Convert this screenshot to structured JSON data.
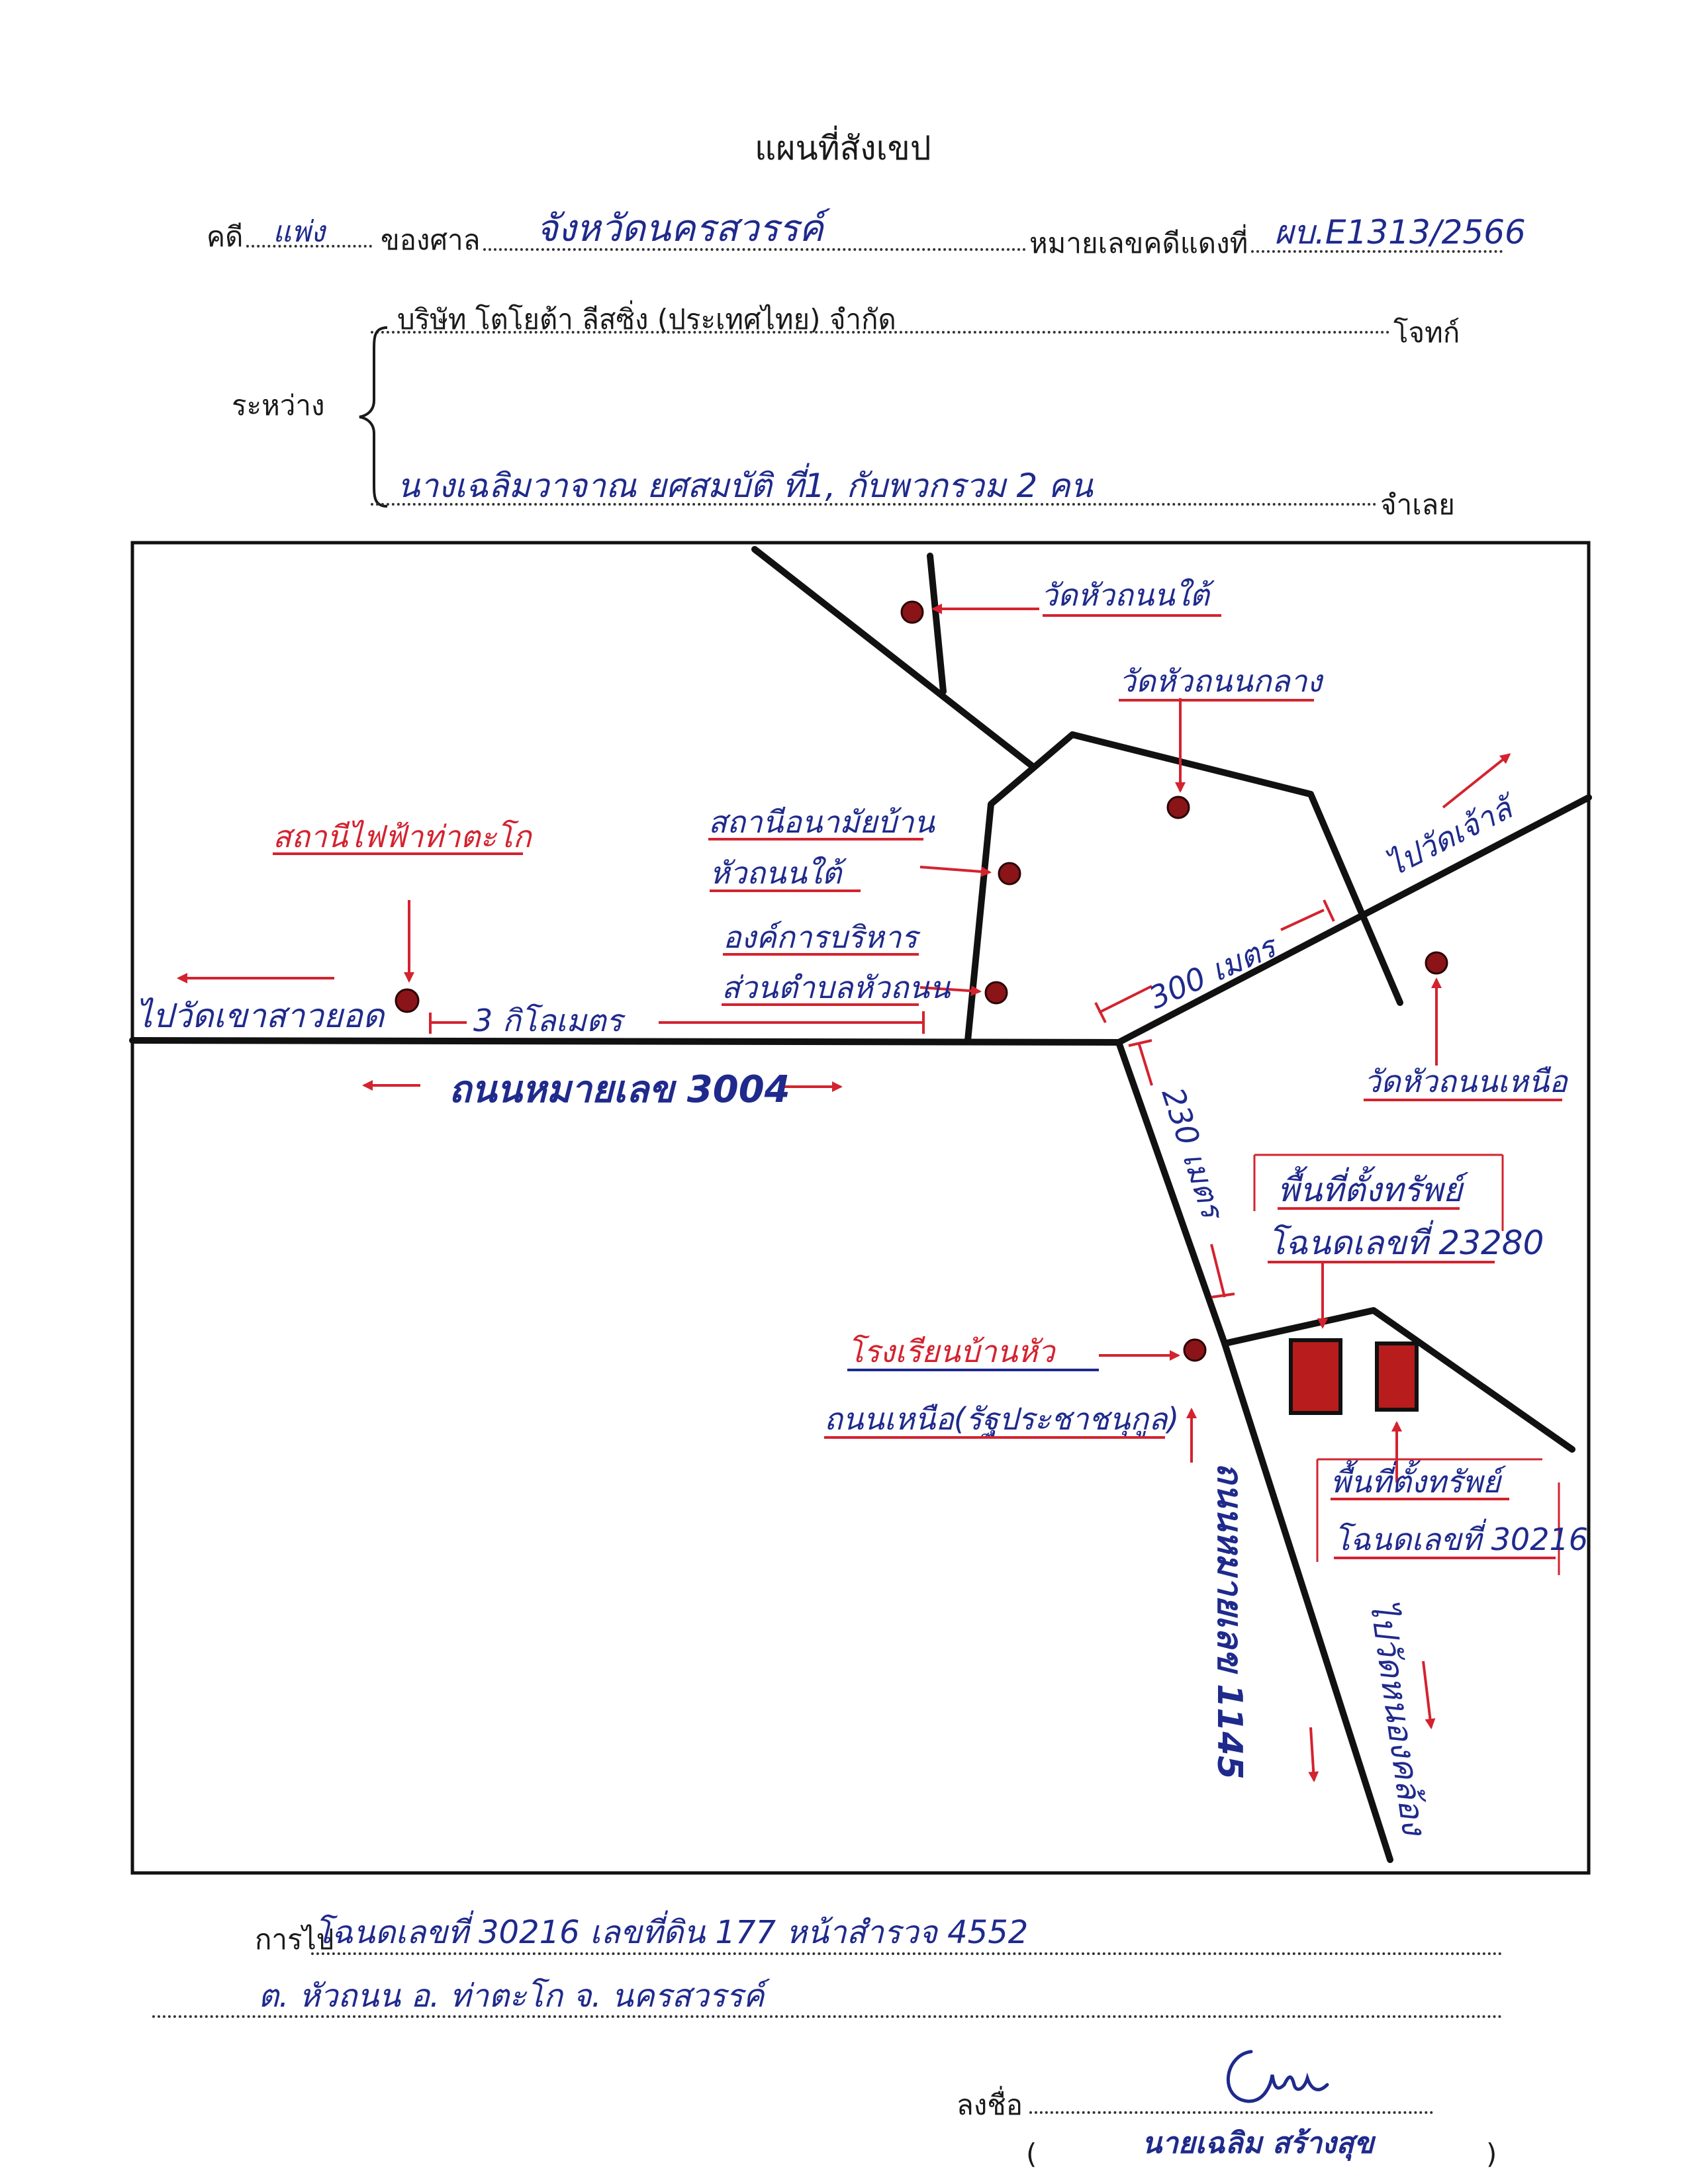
{
  "document": {
    "title": "แผนที่สังเขป",
    "case_label": "คดี",
    "case_type": "แพ่ง",
    "court_label": "ของศาล",
    "court_name": "จังหวัดนครสวรรค์",
    "red_case_label": "หมายเลขคดีแดงที่",
    "red_case_number": "ผบ.E1313/2566",
    "between_label": "ระหว่าง",
    "plaintiff_name": "บริษัท โตโยต้า ลีสซิ่ง (ประเทศไทย) จำกัด",
    "plaintiff_label": "โจทก์",
    "defendant_name": "นางเฉลิมวาจาณ ยศสมบัติ ที่1, กับพวกรวม 2 คน",
    "defendant_label": "จำเลย"
  },
  "map": {
    "labels": {
      "wat_south": "วัดหัวถนนใต้",
      "wat_middle": "วัดหัวถนนกลาง",
      "to_wat_chao_lao": "ไปวัดเจ้าลั",
      "health_station_1": "สถานีอนามัยบ้าน",
      "health_station_2": "หัวถนนใต้",
      "power_station": "สถานีไฟฟ้าท่าตะโก",
      "sao_1": "องค์การบริหาร",
      "sao_2": "ส่วนตำบลหัวถนน",
      "to_wat_khao": "ไปวัดเขาสาวยอด",
      "dist_3km": "3 กิโลเมตร",
      "dist_300m": "300 เมตร",
      "dist_230m": "230 เมตร",
      "road_3004": "ถนนหมายเลข 3004",
      "road_1145": "ถนนหมายเลข 1145",
      "wat_north": "วัดหัวถนนเหนือ",
      "asset_1_a": "พื้นที่ตั้งทรัพย์",
      "asset_1_b": "โฉนดเลขที่ 23280",
      "school_1": "โรงเรียนบ้านหัว",
      "school_2": "ถนนเหนือ(รัฐประชาชนุกูล)",
      "asset_2_a": "พื้นที่ตั้งทรัพย์",
      "asset_2_b": "โฉนดเลขที่ 30216",
      "to_wat_nong_klong": "ไปวัดหนองคล้อง"
    },
    "colors": {
      "road": "#111111",
      "marker": "#8a1418",
      "red_ink": "#d3232f",
      "blue_ink": "#1f2a8c",
      "building": "#b81c1c"
    }
  },
  "footer": {
    "direction_label": "การไป",
    "direction_line1": "โฉนดเลขที่ 30216  เลขที่ดิน 177  หน้าสำรวจ 4552",
    "direction_line2": "ต. หัวถนน   อ. ท่าตะโก   จ. นครสวรรค์",
    "sign_label": "ลงชื่อ",
    "signer_name": "นายเฉลิม สร้างสุข",
    "paren_open": "(",
    "paren_close": ")"
  }
}
